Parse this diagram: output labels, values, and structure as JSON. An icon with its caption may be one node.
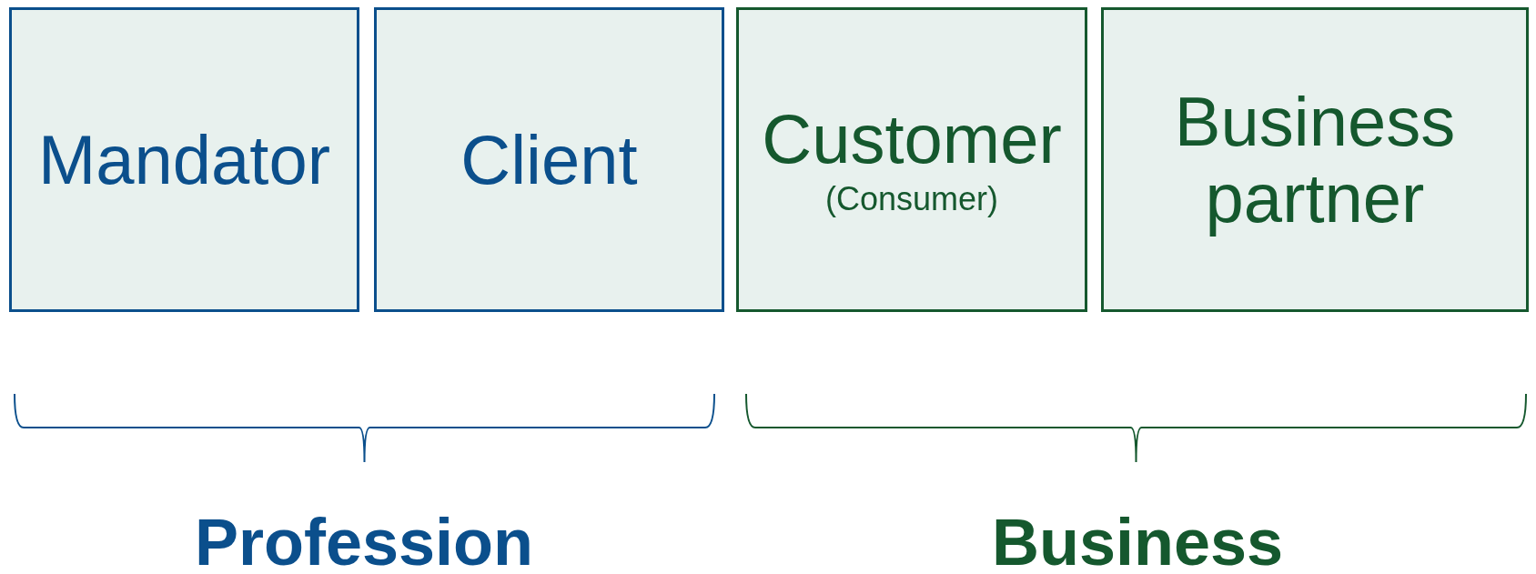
{
  "diagram": {
    "nodes": [
      {
        "text": [
          "Mandator"
        ]
      },
      {
        "text": [
          "Client"
        ]
      },
      {
        "text": [
          "Customer",
          "(Consumer)"
        ]
      },
      {
        "text": [
          "Business partner"
        ]
      }
    ],
    "labels": [
      "Profession",
      "Business"
    ]
  }
}
